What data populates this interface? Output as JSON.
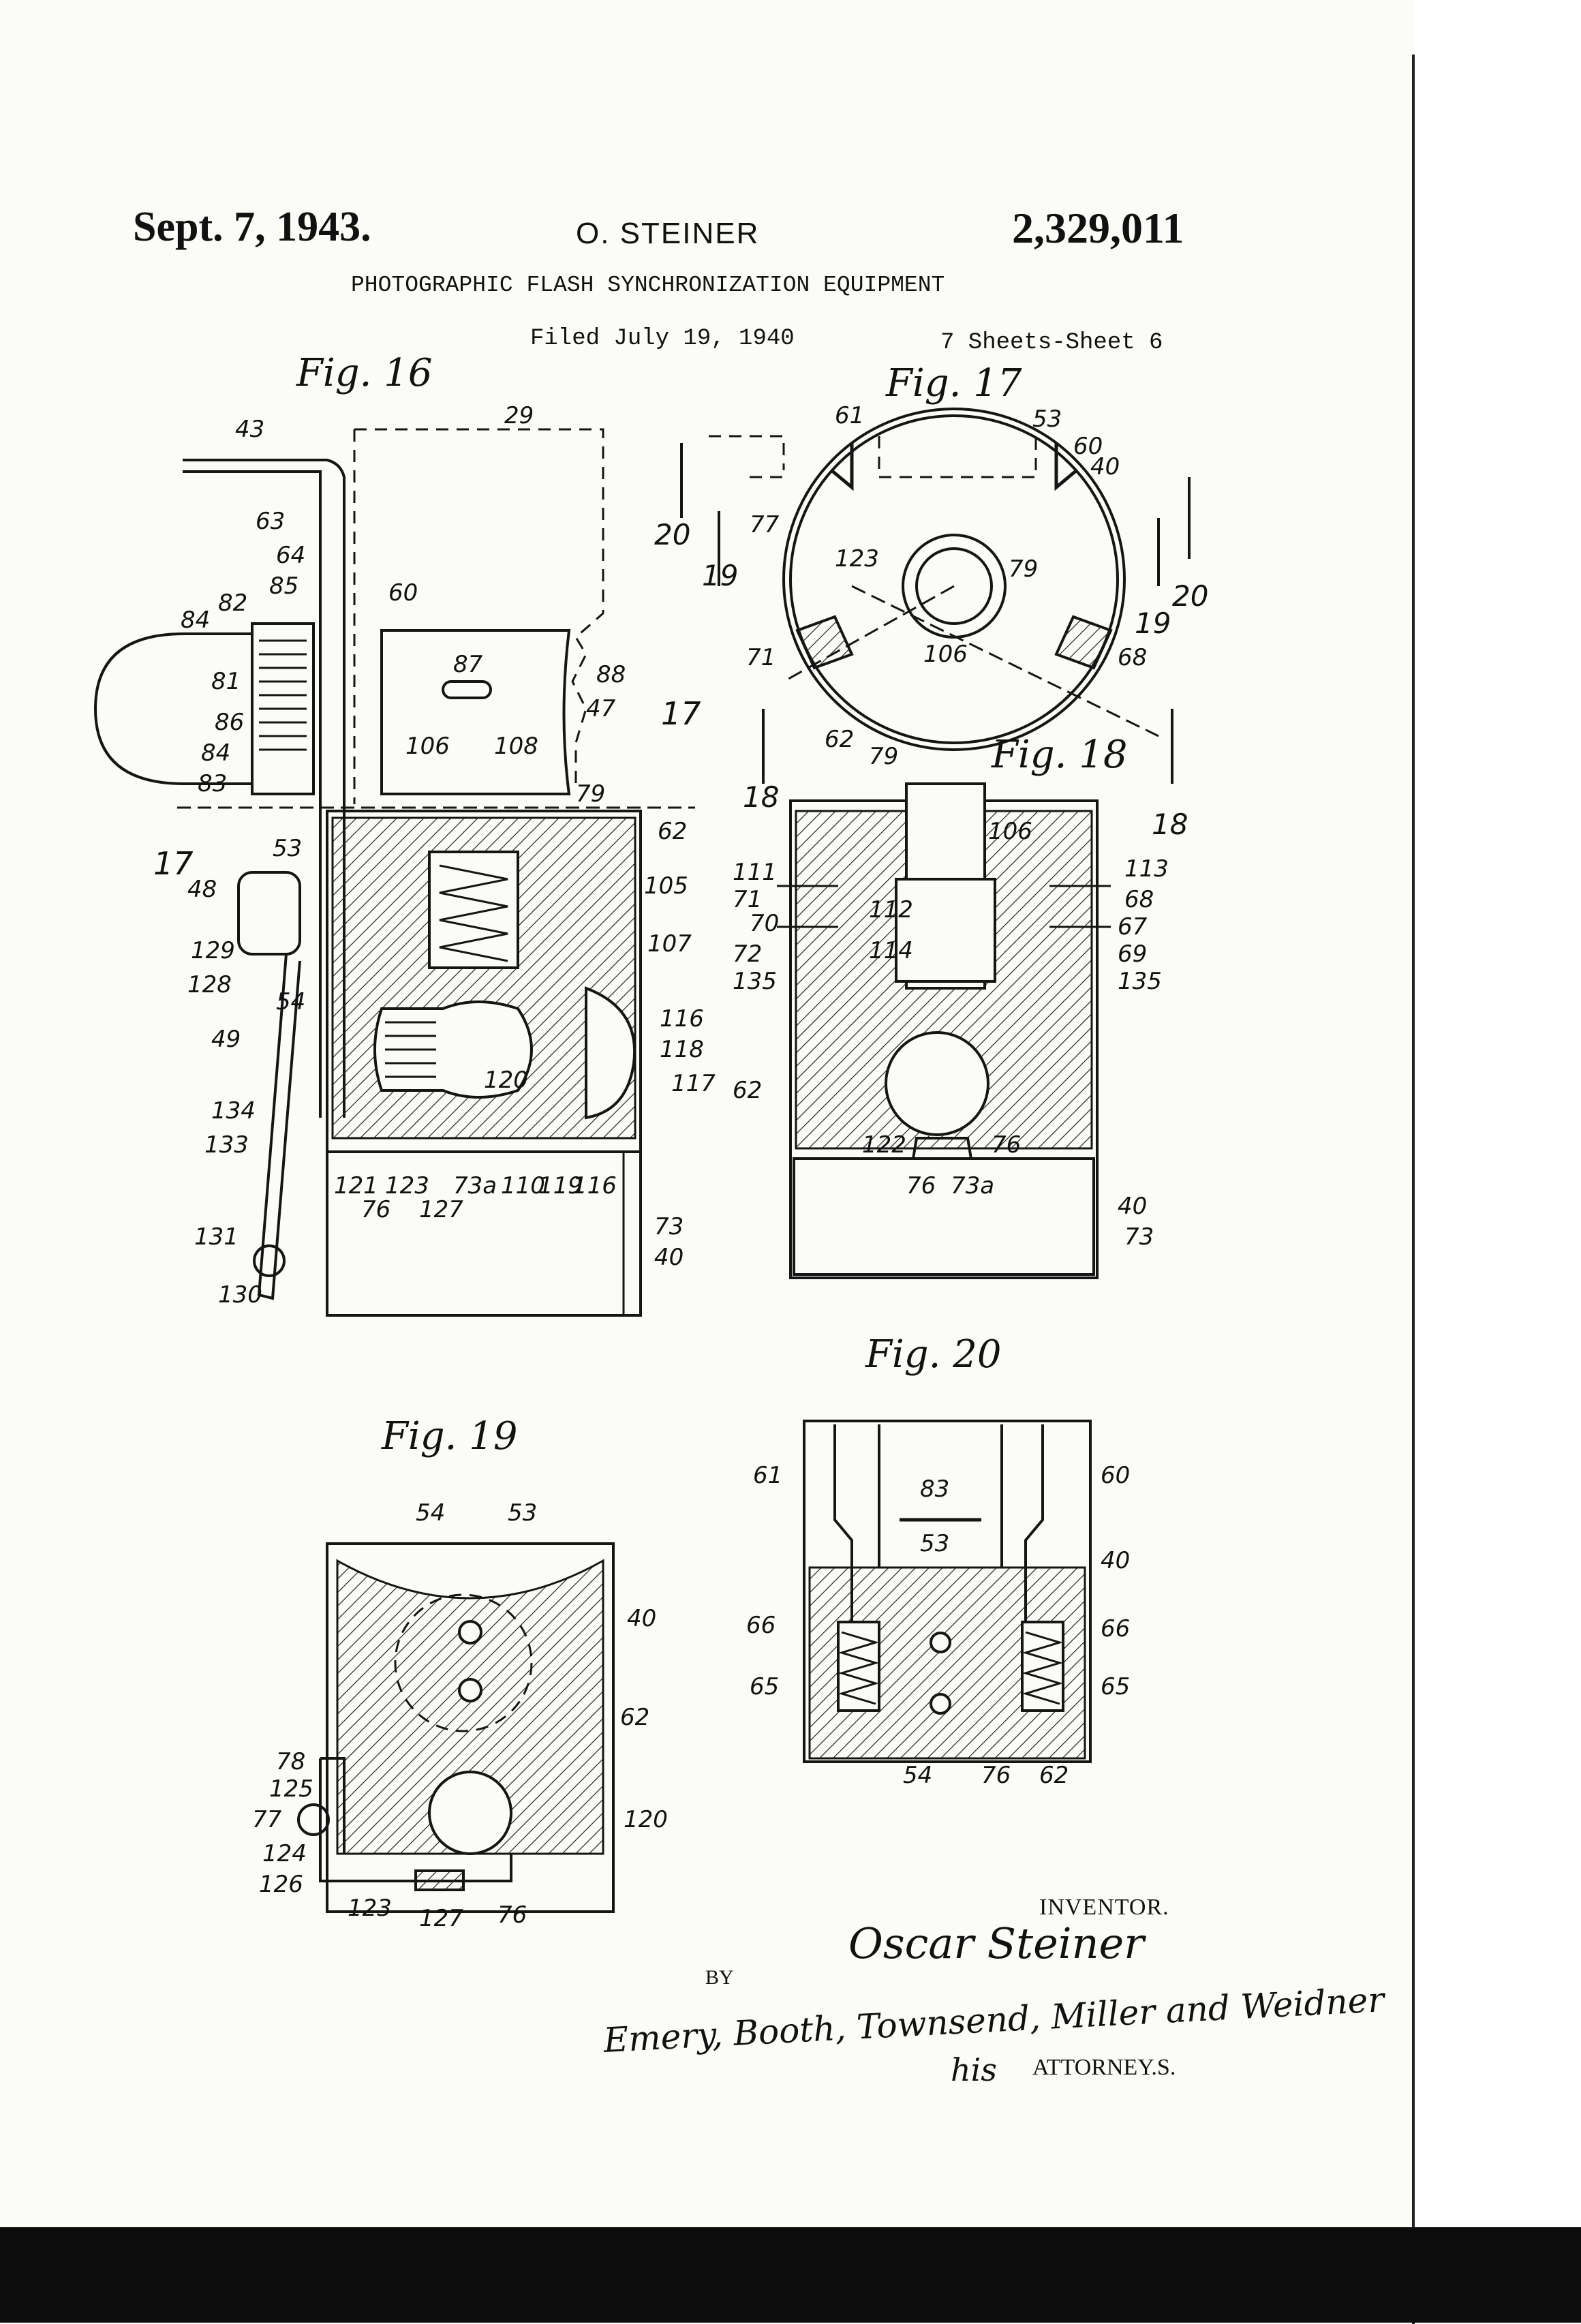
{
  "header": {
    "date": "Sept. 7, 1943.",
    "inventor": "O. STEINER",
    "patent_number": "2,329,011",
    "title": "PHOTOGRAPHIC FLASH SYNCHRONIZATION EQUIPMENT",
    "filed": "Filed July 19, 1940",
    "sheets": "7 Sheets-Sheet 6"
  },
  "figures": [
    {
      "label": "Fig. 16",
      "refs": [
        "43",
        "29",
        "63",
        "64",
        "60",
        "85",
        "82",
        "84",
        "81",
        "86",
        "84",
        "83",
        "87",
        "88",
        "47",
        "106",
        "108",
        "79",
        "62",
        "53",
        "48",
        "105",
        "107",
        "129",
        "128",
        "54",
        "49",
        "134",
        "116",
        "118",
        "117",
        "120",
        "133",
        "121",
        "76",
        "123",
        "127",
        "73a",
        "110",
        "119",
        "116",
        "73",
        "131",
        "130",
        "40",
        "17",
        "17"
      ]
    },
    {
      "label": "Fig. 17",
      "refs": [
        "61",
        "53",
        "60",
        "40",
        "77",
        "20",
        "19",
        "123",
        "79",
        "19",
        "20",
        "71",
        "106",
        "68",
        "62",
        "18",
        "18"
      ]
    },
    {
      "label": "Fig. 18",
      "refs": [
        "79",
        "106",
        "111",
        "71",
        "70",
        "72",
        "135",
        "112",
        "114",
        "113",
        "68",
        "67",
        "69",
        "135",
        "62",
        "122",
        "76",
        "76",
        "73a",
        "40",
        "73"
      ]
    },
    {
      "label": "Fig. 19",
      "refs": [
        "54",
        "53",
        "40",
        "62",
        "78",
        "125",
        "77",
        "124",
        "126",
        "120",
        "123",
        "127",
        "76"
      ]
    },
    {
      "label": "Fig. 20",
      "refs": [
        "61",
        "83",
        "60",
        "53",
        "40",
        "66",
        "66",
        "65",
        "65",
        "54",
        "76",
        "62"
      ]
    }
  ],
  "signature": {
    "inventor_label": "INVENTOR.",
    "inventor_signature": "Oscar Steiner",
    "by": "BY",
    "attorneys_signature": "Emery, Booth, Townsend, Miller and Weidner",
    "his": "his",
    "attorney_label": "ATTORNEY.S."
  }
}
